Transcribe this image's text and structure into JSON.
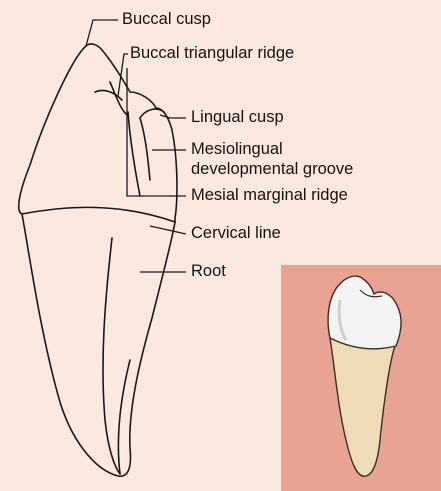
{
  "labels": {
    "buccal_cusp": "Buccal cusp",
    "buccal_triangular_ridge": "Buccal triangular ridge",
    "lingual_cusp": "Lingual cusp",
    "mesiolingual_groove_line1": "Mesiolingual",
    "mesiolingual_groove_line2": "developmental groove",
    "mesial_marginal_ridge": "Mesial marginal ridge",
    "cervical_line": "Cervical line",
    "root": "Root"
  },
  "colors": {
    "background": "#fbe8df",
    "inset_background": "#e9a393",
    "line": "#1a1a1a",
    "crown": "#f4f4f4",
    "root_fill": "#efdcb6"
  }
}
